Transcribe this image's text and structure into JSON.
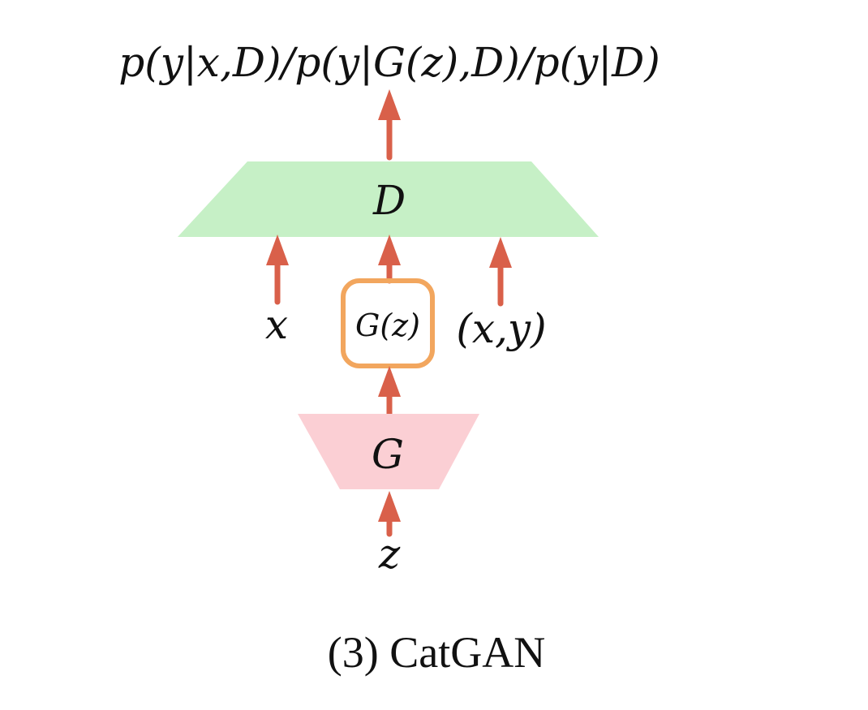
{
  "output_label": "p(y|x,D)/p(y|G(z),D)/p(y|D)",
  "discriminator": {
    "label": "D",
    "color": "#c6f0c6"
  },
  "inputs": {
    "real": "x",
    "generated": "G(z)",
    "labeled": "(x,y)"
  },
  "generated_box_color": "#f2a65e",
  "generator": {
    "label": "G",
    "color": "#fbcfd4"
  },
  "noise": "z",
  "arrow_color": "#d9604a",
  "caption": "(3) CatGAN"
}
